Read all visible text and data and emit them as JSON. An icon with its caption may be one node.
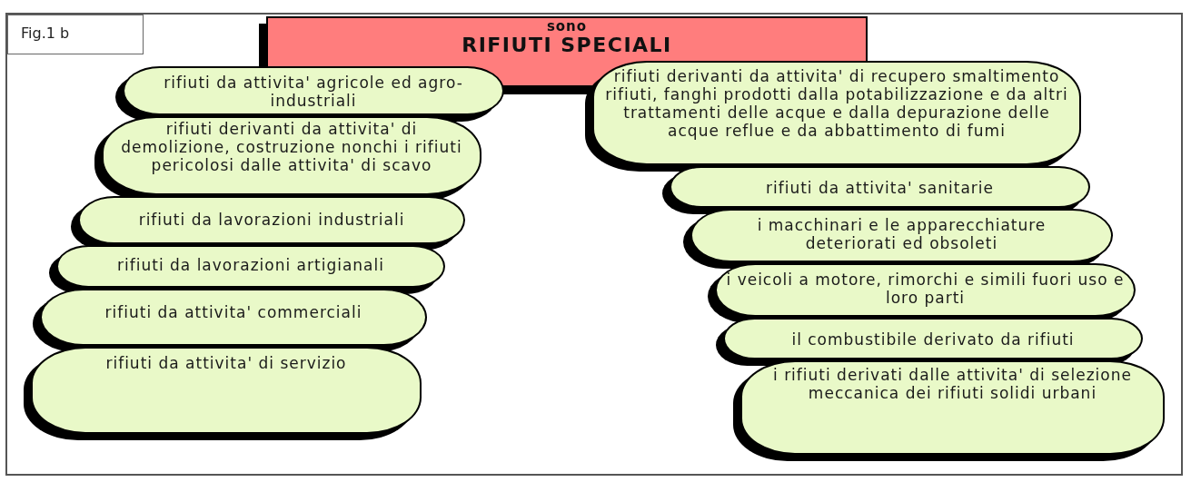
{
  "diagram": {
    "nodes": [
      {
        "text": [
          "Fig.1 b"
        ]
      },
      {
        "text": [
          "sono",
          "RIFIUTI SPECIALI"
        ]
      },
      {
        "text": [
          "rifiuti da attivita' agricole ed agro-industriali"
        ]
      },
      {
        "text": [
          "rifiuti derivanti da attivita' di demolizione, costruzione nonchi i rifiuti pericolosi dalle attivita' di scavo"
        ]
      },
      {
        "text": [
          "rifiuti da lavorazioni industriali"
        ]
      },
      {
        "text": [
          "rifiuti da lavorazioni artigianali"
        ]
      },
      {
        "text": [
          "rifiuti da attivita' commerciali"
        ]
      },
      {
        "text": [
          "rifiuti da attivita' di servizio"
        ]
      },
      {
        "text": [
          "rifiuti derivanti da attivita' di recupero smaltimento rifiuti, fanghi prodotti dalla potabilizzazione e da altri trattamenti delle acque e dalla depurazione delle acque reflue e da abbattimento di fumi"
        ]
      },
      {
        "text": [
          "rifiuti da attivita' sanitarie"
        ]
      },
      {
        "text": [
          "i macchinari e le apparecchiature deteriorati ed obsoleti"
        ]
      },
      {
        "text": [
          "i veicoli a motore, rimorchi e simili fuori uso e loro parti"
        ]
      },
      {
        "text": [
          "il combustibile derivato da rifiuti"
        ]
      },
      {
        "text": [
          "i rifiuti derivati dalle attivita' di selezione meccanica dei rifiuti solidi urbani"
        ]
      }
    ]
  }
}
